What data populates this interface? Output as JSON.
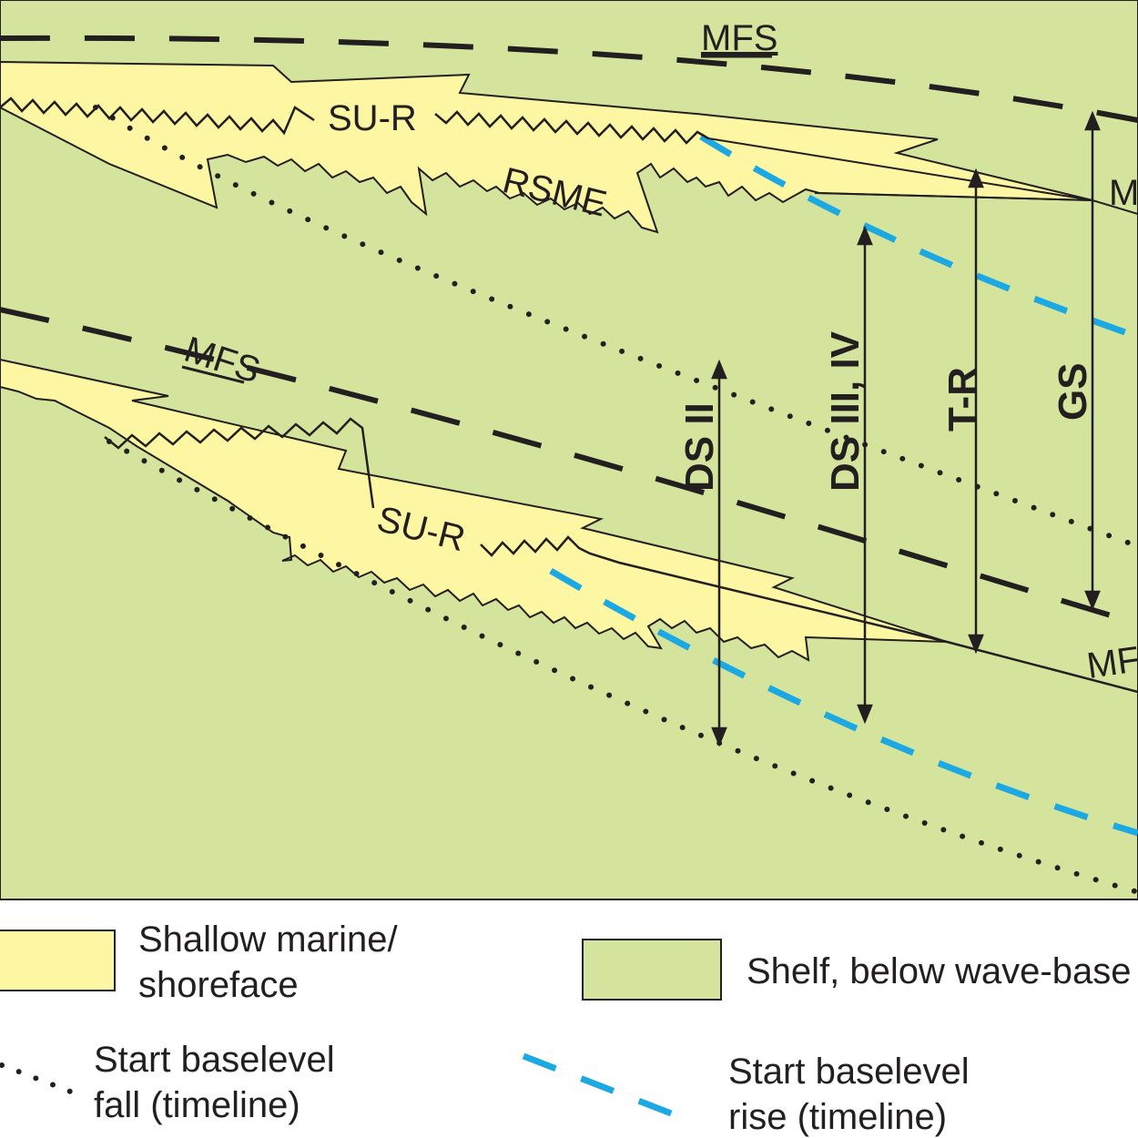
{
  "colors": {
    "shelf": "#d4e49c",
    "shallow_marine": "#fdf7a4",
    "outline": "#231f20",
    "dotted_timeline": "#231f20",
    "blue_timeline": "#1ba8e3",
    "background": "#ffffff"
  },
  "labels": {
    "mfs_upper": "MFS",
    "mfs_middle": "MFS",
    "mfs_right_upper": "MFS",
    "mfs_right_lower": "MFS",
    "sur_upper": "SU-R",
    "sur_lower": "SU-R",
    "rsme": "RSME"
  },
  "columns": {
    "ds_ii": "DS II",
    "ds_iii_iv": "DS III, IV",
    "t_r": "T-R",
    "gs": "GS"
  },
  "legend": {
    "shallow_marine_line1": "Shallow marine/",
    "shallow_marine_line2": "shoreface",
    "shelf": "Shelf, below wave-base",
    "fall_line1": "Start baselevel",
    "fall_line2": "fall (timeline)",
    "rise_line1": "Start baselevel",
    "rise_line2": "rise (timeline)"
  }
}
